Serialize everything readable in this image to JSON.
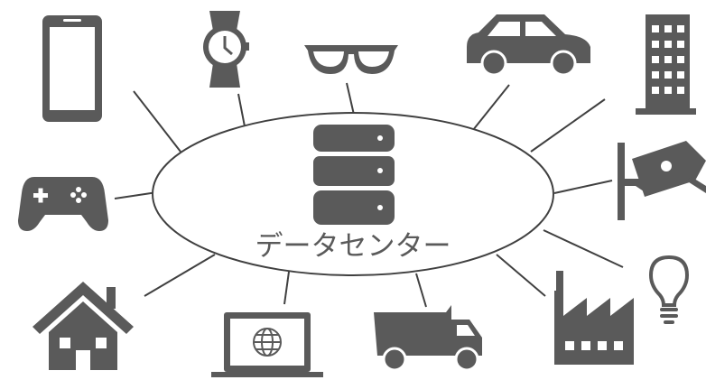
{
  "hub": {
    "label": "データセンター",
    "icon": "database-icon"
  },
  "devices": [
    {
      "name": "smartphone",
      "icon": "smartphone-icon"
    },
    {
      "name": "wristwatch",
      "icon": "watch-icon"
    },
    {
      "name": "smart-glasses",
      "icon": "glasses-icon"
    },
    {
      "name": "car",
      "icon": "car-icon"
    },
    {
      "name": "building",
      "icon": "building-icon"
    },
    {
      "name": "security-camera",
      "icon": "cctv-camera-icon"
    },
    {
      "name": "light-bulb",
      "icon": "lightbulb-icon"
    },
    {
      "name": "factory",
      "icon": "factory-icon"
    },
    {
      "name": "truck",
      "icon": "dump-truck-icon"
    },
    {
      "name": "laptop",
      "icon": "laptop-globe-icon"
    },
    {
      "name": "house",
      "icon": "house-icon"
    },
    {
      "name": "game-controller",
      "icon": "gamepad-icon"
    }
  ],
  "colors": {
    "icon": "#5a5a5a",
    "line": "#404040",
    "background": "#ffffff"
  }
}
